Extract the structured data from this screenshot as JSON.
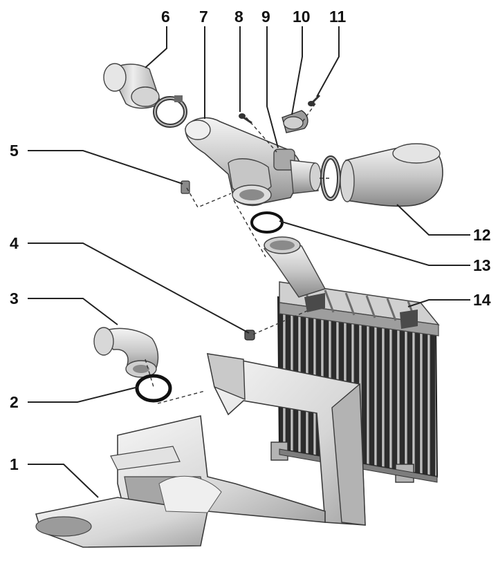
{
  "callouts": [
    {
      "id": "1",
      "text": "1"
    },
    {
      "id": "2",
      "text": "2"
    },
    {
      "id": "3",
      "text": "3"
    },
    {
      "id": "4",
      "text": "4"
    },
    {
      "id": "5",
      "text": "5"
    },
    {
      "id": "6",
      "text": "6"
    },
    {
      "id": "7",
      "text": "7"
    },
    {
      "id": "8",
      "text": "8"
    },
    {
      "id": "9",
      "text": "9"
    },
    {
      "id": "10",
      "text": "10"
    },
    {
      "id": "11",
      "text": "11"
    },
    {
      "id": "12",
      "text": "12"
    },
    {
      "id": "13",
      "text": "13"
    },
    {
      "id": "14",
      "text": "14"
    }
  ],
  "colors": {
    "part_light": "#e9e9e9",
    "part_mid": "#bdbdbd",
    "part_dark": "#7a7a7a",
    "core_dark": "#2a2a2a",
    "line": "#222222",
    "background": "#ffffff"
  }
}
